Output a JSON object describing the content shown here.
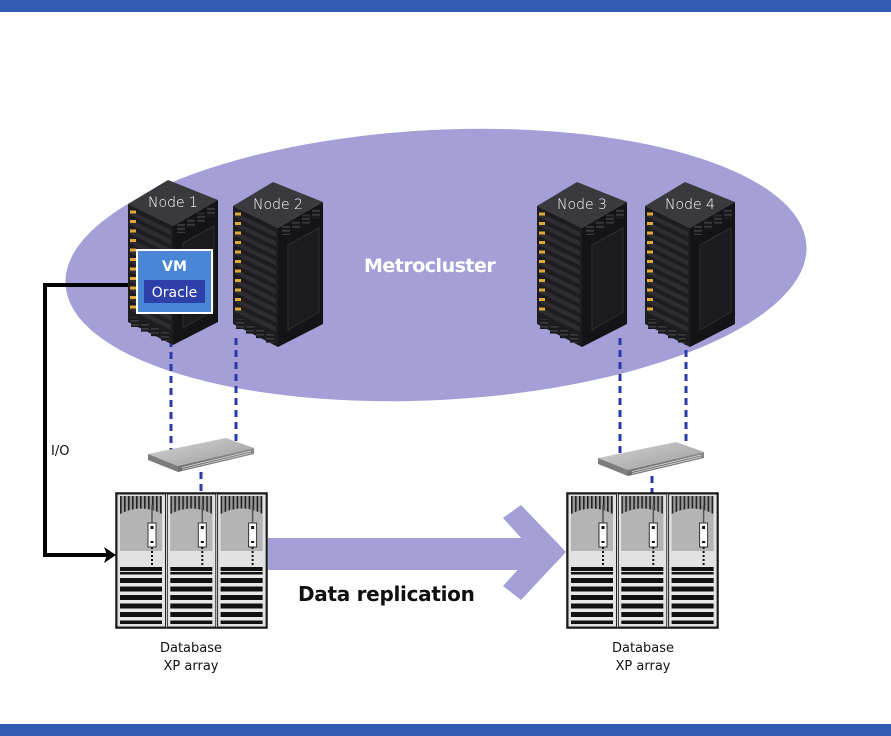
{
  "colors": {
    "frame_bar": "#325bb3",
    "cluster_fill": "#a49fd7",
    "replication_arrow": "#a49fd7",
    "dashed_link": "#2b3aa8",
    "vm_outer": "#4a86d6",
    "vm_inner": "#2d3fa8",
    "server_dark": "#1c1c1e",
    "drive_bay": "#e0a838",
    "io_line": "#000000"
  },
  "cluster": {
    "label": "Metrocluster",
    "nodes": [
      {
        "label": "Node 1",
        "has_vm": true
      },
      {
        "label": "Node 2",
        "has_vm": false
      },
      {
        "label": "Node 3",
        "has_vm": false
      },
      {
        "label": "Node 4",
        "has_vm": false
      }
    ]
  },
  "vm": {
    "title": "VM",
    "workload": "Oracle"
  },
  "io_link": {
    "label": "I/O"
  },
  "replication": {
    "label": "Data replication"
  },
  "storage": [
    {
      "line1": "Database",
      "line2": "XP array"
    },
    {
      "line1": "Database",
      "line2": "XP array"
    }
  ],
  "switches": [
    {
      "name": "left-san-switch"
    },
    {
      "name": "right-san-switch"
    }
  ]
}
